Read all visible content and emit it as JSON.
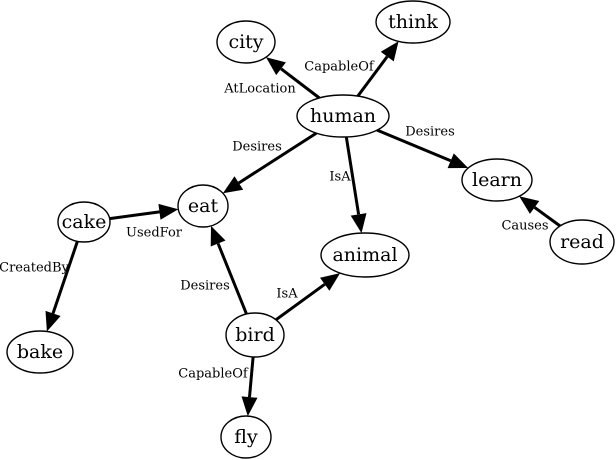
{
  "nodes": [
    {
      "id": "city",
      "label": "city"
    },
    {
      "id": "think",
      "label": "think"
    },
    {
      "id": "human",
      "label": "human"
    },
    {
      "id": "eat",
      "label": "eat"
    },
    {
      "id": "cake",
      "label": "cake"
    },
    {
      "id": "learn",
      "label": "learn"
    },
    {
      "id": "animal",
      "label": "animal"
    },
    {
      "id": "read",
      "label": "read"
    },
    {
      "id": "bake",
      "label": "bake"
    },
    {
      "id": "bird",
      "label": "bird"
    },
    {
      "id": "fly",
      "label": "fly"
    }
  ],
  "edges": [
    {
      "id": "e-human-city",
      "from": "human",
      "to": "city",
      "label": "AtLocation"
    },
    {
      "id": "e-human-think",
      "from": "human",
      "to": "think",
      "label": "CapableOf"
    },
    {
      "id": "e-human-eat",
      "from": "human",
      "to": "eat",
      "label": "Desires"
    },
    {
      "id": "e-human-animal",
      "from": "human",
      "to": "animal",
      "label": "IsA"
    },
    {
      "id": "e-human-learn",
      "from": "human",
      "to": "learn",
      "label": "Desires"
    },
    {
      "id": "e-read-learn",
      "from": "read",
      "to": "learn",
      "label": "Causes"
    },
    {
      "id": "e-cake-eat",
      "from": "cake",
      "to": "eat",
      "label": "UsedFor"
    },
    {
      "id": "e-cake-bake",
      "from": "cake",
      "to": "bake",
      "label": "CreatedBy"
    },
    {
      "id": "e-bird-eat",
      "from": "bird",
      "to": "eat",
      "label": "Desires"
    },
    {
      "id": "e-bird-animal",
      "from": "bird",
      "to": "animal",
      "label": "IsA"
    },
    {
      "id": "e-bird-fly",
      "from": "bird",
      "to": "fly",
      "label": "CapableOf"
    }
  ]
}
